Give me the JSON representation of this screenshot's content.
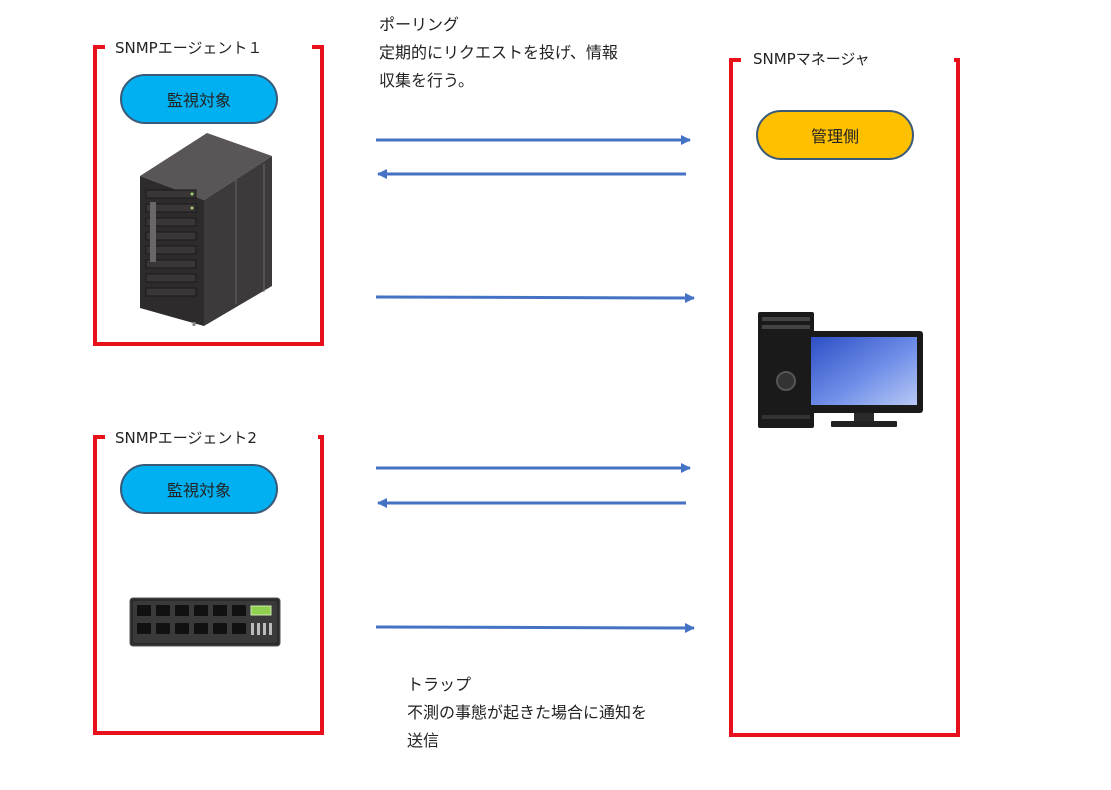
{
  "agent1": {
    "title": "SNMPエージェント１",
    "badge": "監視対象",
    "device_icon": "server-rack-icon"
  },
  "agent2": {
    "title": "SNMPエージェント2",
    "badge": "監視対象",
    "device_icon": "network-switch-icon"
  },
  "manager": {
    "title": "SNMPマネージャ",
    "badge": "管理側",
    "device_icon": "desktop-computer-icon"
  },
  "polling": {
    "title": "ポーリング",
    "desc_line1": "定期的にリクエストを投げ、情報",
    "desc_line2": "収集を行う。"
  },
  "trap": {
    "title": "トラップ",
    "desc_line1": "不測の事態が起きた場合に通知を",
    "desc_line2": "送信"
  },
  "colors": {
    "box_border": "#e8111b",
    "arrow": "#4472c4",
    "agent_badge": "#00b0f0",
    "manager_badge": "#ffc000"
  }
}
